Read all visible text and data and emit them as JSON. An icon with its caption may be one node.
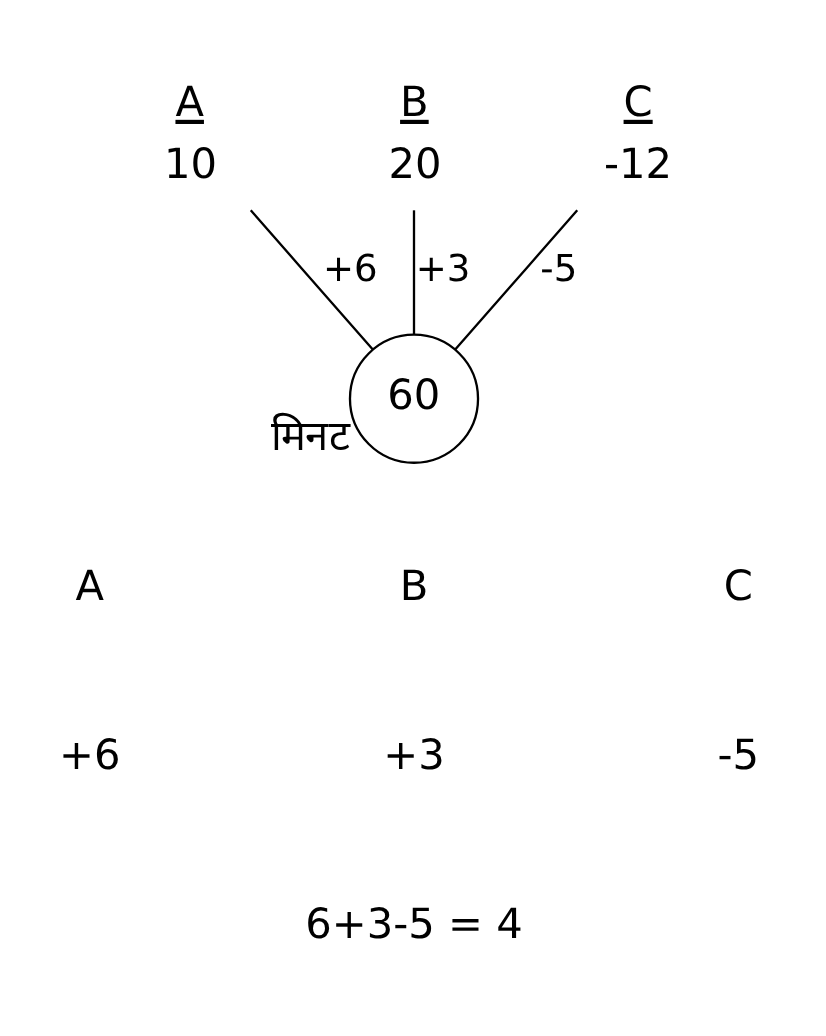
{
  "diagram": {
    "nodes": [
      {
        "text": [
          "A",
          "10"
        ]
      },
      {
        "text": [
          "B",
          "20"
        ]
      },
      {
        "text": [
          "C",
          "-12"
        ]
      },
      {
        "text": [
          "60"
        ],
        "beside": [
          "मिनट"
        ]
      }
    ],
    "edges": [
      {
        "from": 0,
        "to": 3,
        "arrow": "none",
        "label": "+6"
      },
      {
        "from": 1,
        "to": 3,
        "arrow": "none",
        "label": "+3"
      },
      {
        "from": 2,
        "to": 3,
        "arrow": "none",
        "label": "-5"
      }
    ],
    "labels": [
      "A",
      "B",
      "C",
      "+6",
      "+3",
      "-5",
      "6+3-5 = 4"
    ]
  }
}
